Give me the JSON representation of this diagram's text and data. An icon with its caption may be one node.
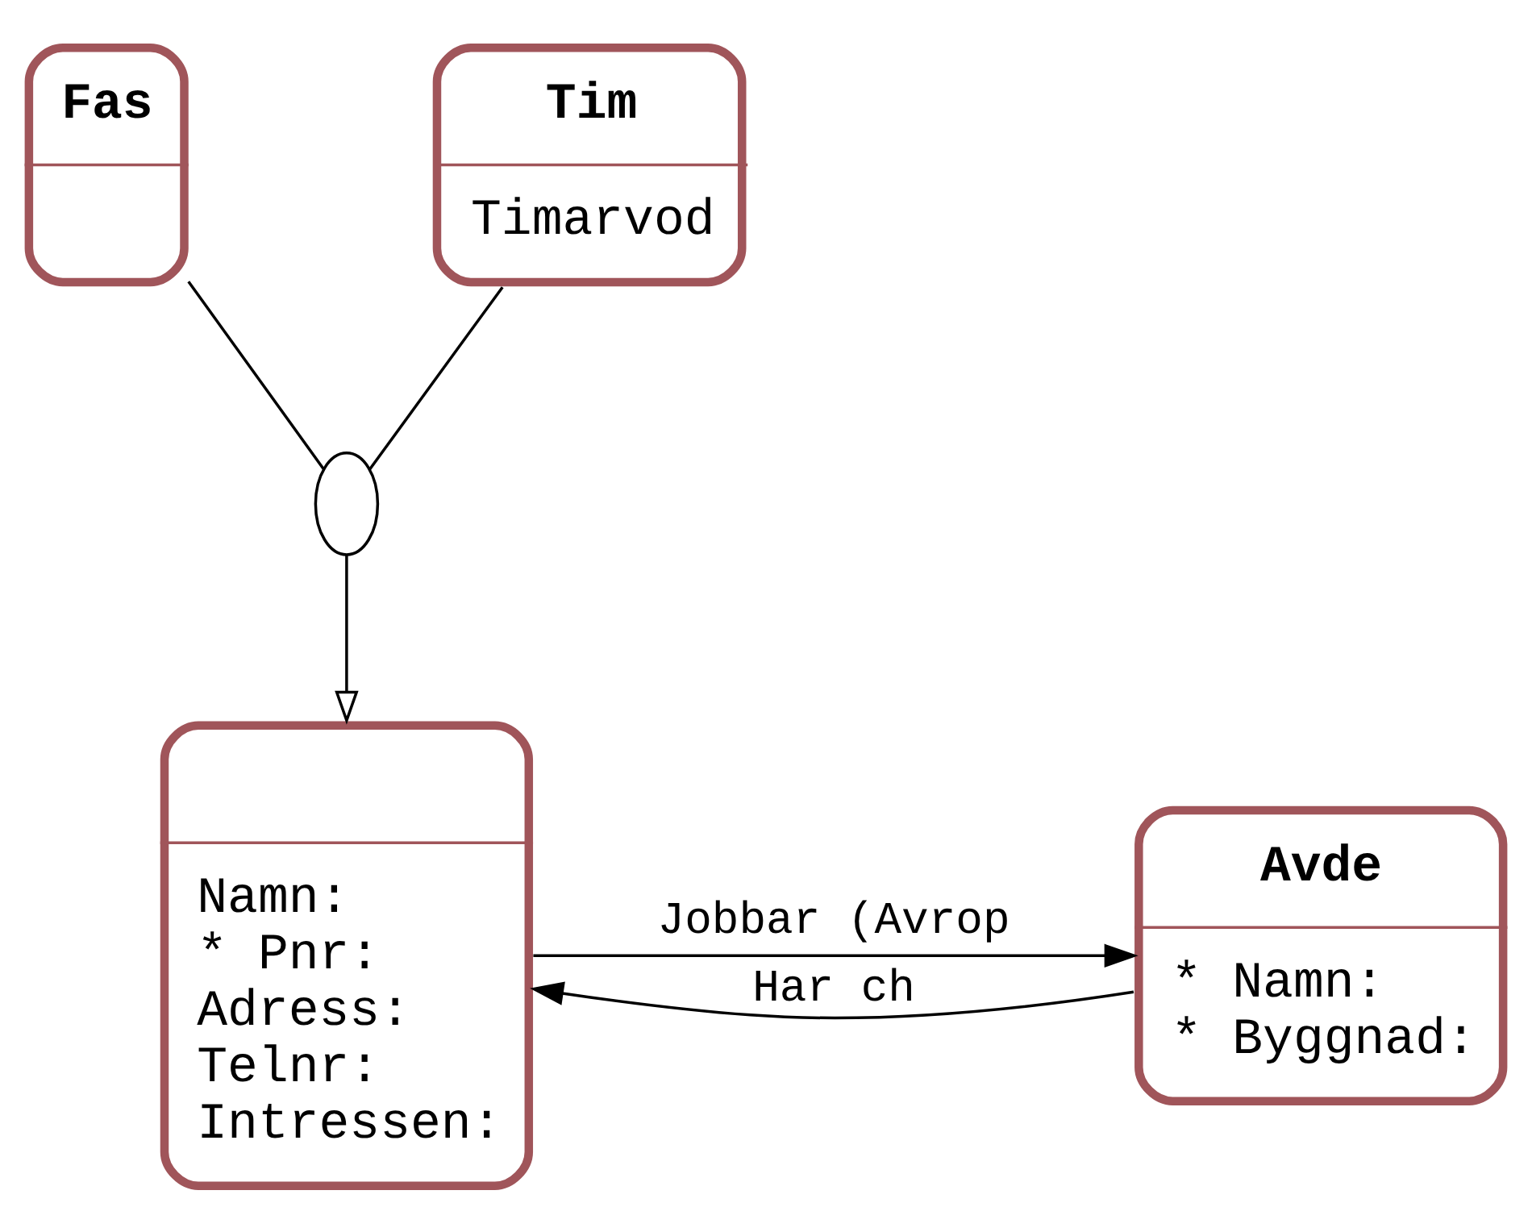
{
  "diagram": {
    "nodes": [
      {
        "text": [
          "Namn:",
          "* Pnr:",
          "Adress:",
          "Telnr:",
          "Intressen:"
        ]
      },
      {
        "text": [
          "Avde",
          "* Namn:",
          "* Byggnad:"
        ]
      },
      {
        "text": [],
        "shape": "circle"
      },
      {
        "text": [
          "Fas"
        ]
      },
      {
        "text": [
          "Tim",
          "Timarvod"
        ]
      }
    ],
    "edges": [
      {
        "from": 1,
        "to": 0,
        "arrow": "to",
        "label": "Har ch"
      },
      {
        "from": 0,
        "to": 1,
        "arrow": "to",
        "label": "Jobbar (Avrop"
      },
      {
        "from": 2,
        "to": 0,
        "arrow": "to"
      },
      {
        "from": 3,
        "to": 2,
        "arrow": "none"
      },
      {
        "from": 4,
        "to": 2,
        "arrow": "none"
      }
    ]
  }
}
